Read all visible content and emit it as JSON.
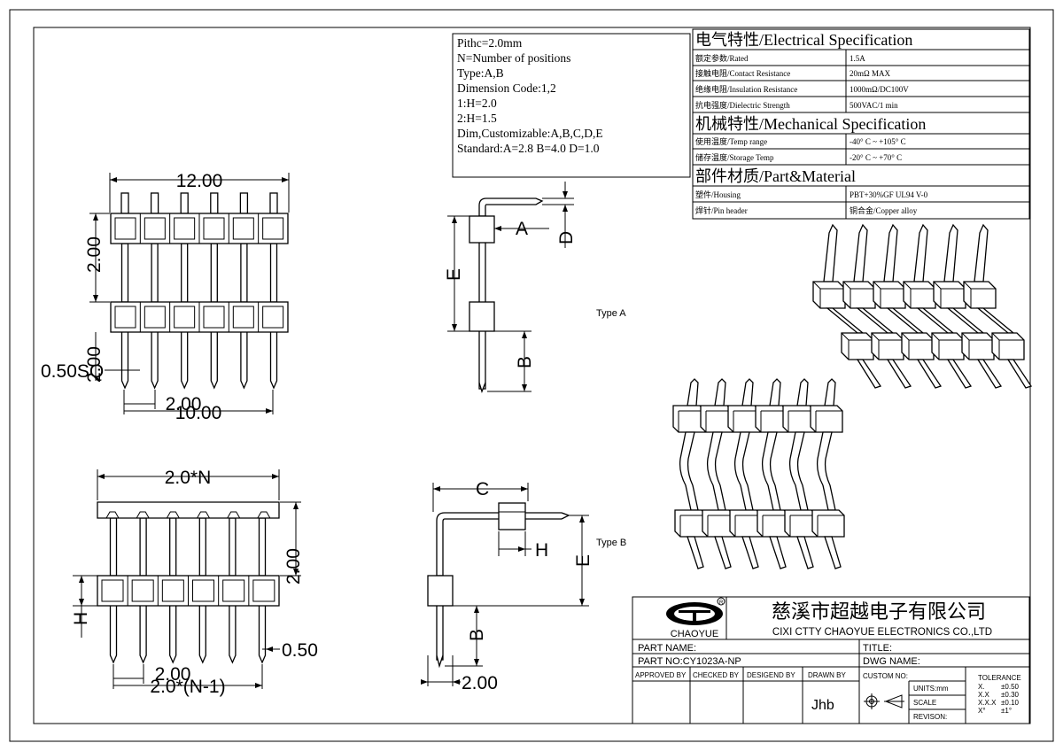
{
  "notes": [
    "Pithc=2.0mm",
    "N=Number of positions",
    "Type:A,B",
    "Dimension Code:1,2",
    "1:H=2.0",
    "2:H=1.5",
    "Dim,Customizable:A,B,C,D,E",
    "Standard:A=2.8 B=4.0 D=1.0"
  ],
  "spec": {
    "electrical_header": "电气特性/Electrical Specification",
    "electrical": [
      {
        "label": "额定参数/Rated",
        "value": "1.5A"
      },
      {
        "label": "接触电阻/Contact Resistance",
        "value": "20mΩ MAX"
      },
      {
        "label": "绝缘电阻/Insulation Resistance",
        "value": "1000mΩ/DC100V"
      },
      {
        "label": "抗电强度/Dielectric Strength",
        "value": "500VAC/1 min"
      }
    ],
    "mechanical_header": "机械特性/Mechanical Specification",
    "mechanical": [
      {
        "label": "使用温度/Temp range",
        "value": "-40° C ~ +105° C"
      },
      {
        "label": "储存温度/Storage Temp",
        "value": "-20° C ~ +70° C"
      }
    ],
    "material_header": "部件材质/Part&Material",
    "material": [
      {
        "label": "塑件/Housing",
        "value": "PBT+30%GF  UL94  V-0"
      },
      {
        "label": "焊针/Pin header",
        "value": "铜合金/Copper alloy"
      }
    ]
  },
  "dims": {
    "top_width": "12.00",
    "top_height": "2.00",
    "top_height2": "2.00",
    "pin_sq": "0.50SQ",
    "pitch": "2.00",
    "span": "10.00",
    "bottom_width": "2.0*N",
    "bottom_height": "2.00",
    "h": "H",
    "pin": "0.50",
    "pitch2": "2.00",
    "span2": "2.0*(N-1)",
    "a": "A",
    "b": "B",
    "d": "D",
    "e": "E",
    "c": "C",
    "h2": "H",
    "e2": "E",
    "b2": "B",
    "foot": "2.00",
    "type_a": "Type A",
    "type_b": "Type B"
  },
  "title_block": {
    "company_cn": "慈溪市超越电子有限公司",
    "company_en": "CIXI CTTY CHAOYUE ELECTRONICS CO.,LTD",
    "brand": "CHAOYUE",
    "part_name_label": "PART NAME:",
    "title_label": "TITLE:",
    "part_no": "PART NO:CY1023A-NP",
    "dwg_name_label": "DWG NAME:",
    "approved": "APPROVED BY",
    "checked": "CHECKED BY",
    "designed": "DESIGEND BY",
    "drawn": "DRAWN BY",
    "drawn_value": "Jhb",
    "custom_no": "CUSTOM NO:",
    "units": "UNITS:mm",
    "scale": "SCALE",
    "revision": "REVISON:",
    "tolerance": "TOLERANCE",
    "tol_rows": [
      {
        "k": "X.",
        "v": "±0.50"
      },
      {
        "k": "X.X",
        "v": "±0.30"
      },
      {
        "k": "X.X.X",
        "v": "±0.10"
      },
      {
        "k": "X°",
        "v": "±1°"
      }
    ]
  }
}
